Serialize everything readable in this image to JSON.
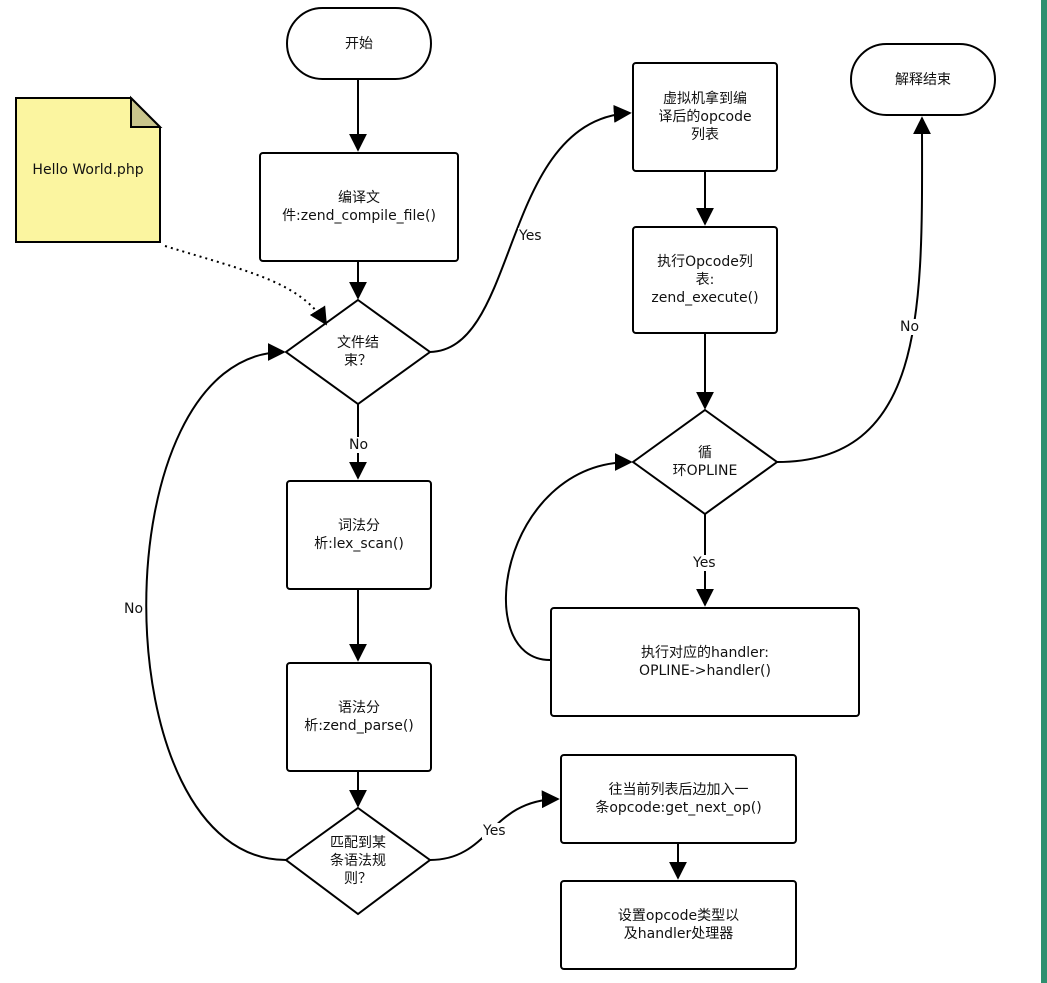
{
  "nodes": {
    "start": "开始",
    "hello_file": "Hello World.php",
    "compile": "编译文\n件:zend_compile_file()",
    "file_end": "文件结\n束？",
    "lex": "词法分\n析:lex_scan()",
    "parse": "语法分\n析:zend_parse()",
    "match": "匹配到某\n条语法规\n则？",
    "append": "往当前列表后边加入一\n条opcode:get_next_op()",
    "set_type": "设置opcode类型以\n及handler处理器",
    "vm_get": "虚拟机拿到编\n译后的opcode\n列表",
    "exec": "执行Opcode列\n表:\nzend_execute()",
    "loop": "循\n环OPLINE",
    "handler": "执行对应的handler:\nOPLINE->handler()",
    "end": "解释结束"
  },
  "edges": {
    "file_end_yes": "Yes",
    "file_end_no": "No",
    "match_yes": "Yes",
    "match_no": "No",
    "loop_yes": "Yes",
    "loop_no": "No"
  },
  "colors": {
    "note_fill": "#fbf5a0",
    "note_fold": "#c9c58c",
    "side_bar": "#2f8f6f"
  }
}
